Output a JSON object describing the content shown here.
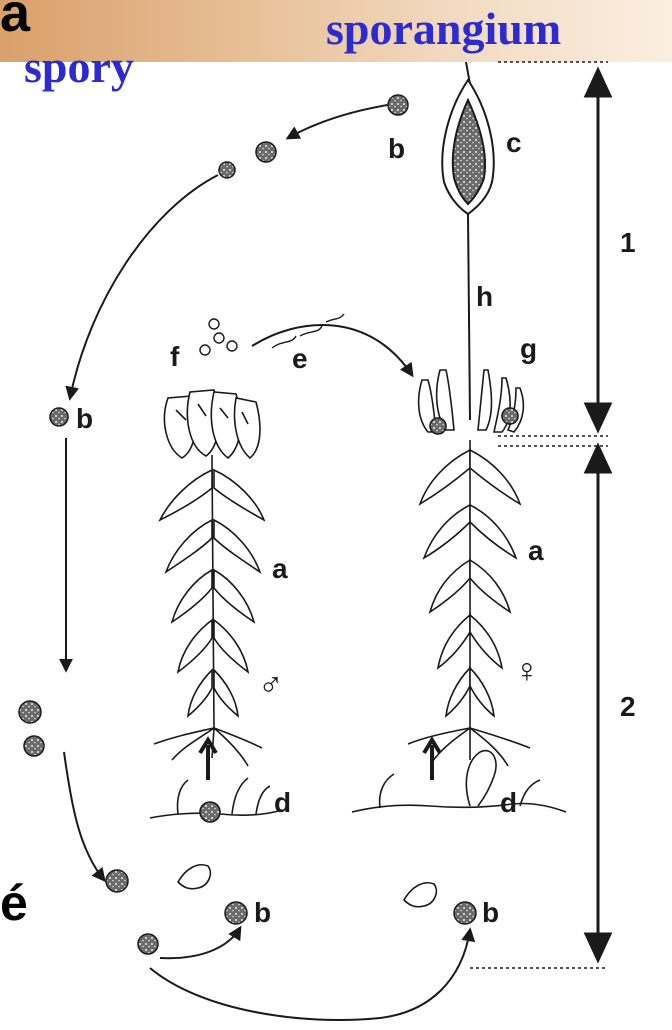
{
  "headings": {
    "top_left_fragment": "a",
    "sporangium": "sporangium",
    "spory": "spory",
    "side_fragment": "é"
  },
  "labels": {
    "a": "a",
    "b": "b",
    "c": "c",
    "d": "d",
    "e": "e",
    "f": "f",
    "g": "g",
    "h": "h"
  },
  "symbols": {
    "male": "♂",
    "female": "♀"
  },
  "phases": {
    "sporophyte": "1",
    "gametophyte": "2"
  },
  "colors": {
    "heading_blue": "#2b2bd0",
    "ink": "#1a1a1a"
  }
}
